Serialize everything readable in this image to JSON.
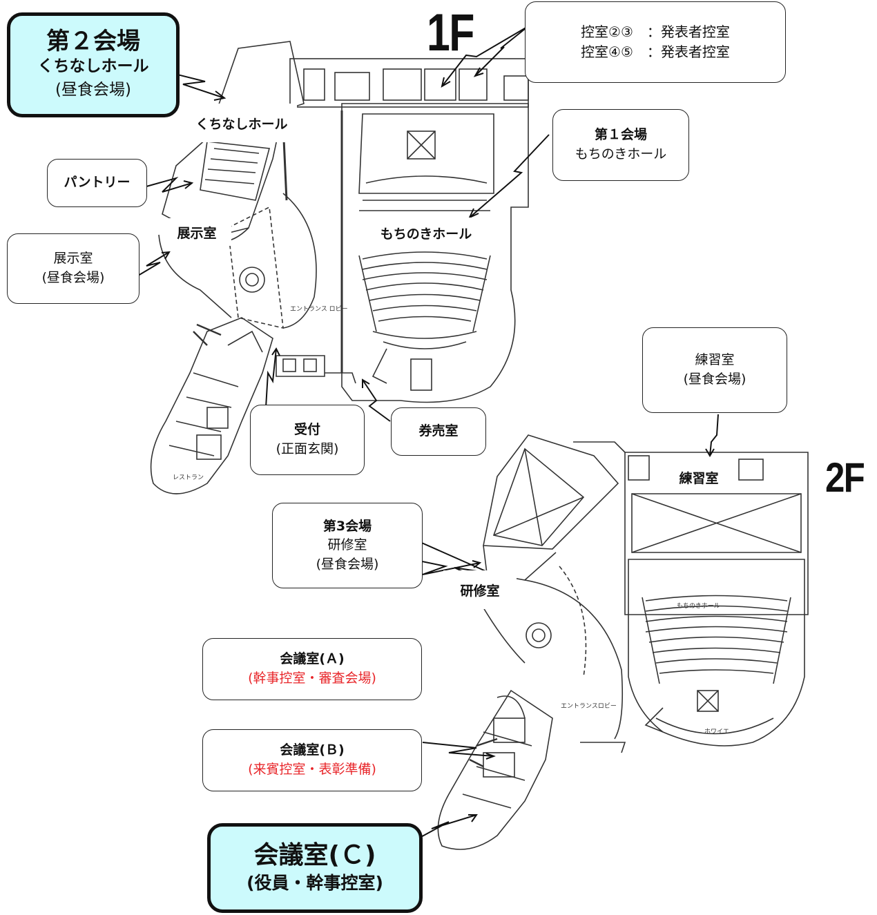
{
  "floors": {
    "f1": "1F",
    "f2": "2F"
  },
  "venue2": {
    "title": "第２会場",
    "hall": "くちなしホール",
    "sub": "(昼食会場)"
  },
  "waiting_rooms": {
    "line1": "控室②③　：発表者控室",
    "line2": "控室④⑤　：発表者控室"
  },
  "venue1": {
    "title": "第１会場",
    "hall": "もちのきホール"
  },
  "pantry": {
    "label": "パントリー"
  },
  "exhibit": {
    "name": "展示室",
    "sub": "(昼食会場)"
  },
  "reception": {
    "name": "受付",
    "sub": "(正面玄関)"
  },
  "ticket": {
    "label": "券売室"
  },
  "practice": {
    "name": "練習室",
    "sub": "(昼食会場)"
  },
  "venue3": {
    "title": "第3会場",
    "name": "研修室",
    "sub": "(昼食会場)"
  },
  "meeting_a": {
    "name": "会議室(Ａ)",
    "sub": "(幹事控室・審査会場)"
  },
  "meeting_b": {
    "name": "会議室(Ｂ)",
    "sub": "(来賓控室・表彰準備)"
  },
  "meeting_c": {
    "name": "会議室(Ｃ)",
    "sub": "(役員・幹事控室)"
  },
  "map_tags": {
    "kuchinashi": "くちなしホール",
    "mochinoki": "もちのきホール",
    "exhibit": "展示室",
    "practice": "練習室",
    "training": "研修室"
  },
  "plan_labels": {
    "restaurant": "レストラン",
    "entrance_lobby_1f": "エントランス\nロビー",
    "entrance_lobby_2f": "エントランスロビー",
    "mochinoki_2f": "もちのきホール",
    "foyer": "ホワイエ"
  }
}
